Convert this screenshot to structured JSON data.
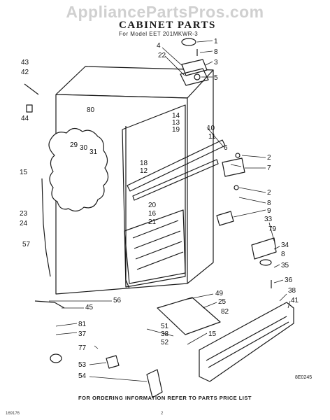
{
  "watermark": "AppliancePartsPros.com",
  "title": "CABINET PARTS",
  "subtitle": "For Model EET 201MKWR-3",
  "footer": "FOR ORDERING INFORMATION REFER TO PARTS PRICE LIST",
  "diagram_code": "8E0245",
  "corner_left": "169176",
  "corner_mid": "2",
  "callouts": [
    {
      "id": "1",
      "name": "callout-1"
    },
    {
      "id": "8",
      "name": "callout-8-top"
    },
    {
      "id": "3",
      "name": "callout-3"
    },
    {
      "id": "5",
      "name": "callout-5"
    },
    {
      "id": "4",
      "name": "callout-4"
    },
    {
      "id": "22",
      "name": "callout-22"
    },
    {
      "id": "43",
      "name": "callout-43"
    },
    {
      "id": "42",
      "name": "callout-42"
    },
    {
      "id": "44",
      "name": "callout-44"
    },
    {
      "id": "80",
      "name": "callout-80"
    },
    {
      "id": "14",
      "name": "callout-14"
    },
    {
      "id": "13",
      "name": "callout-13"
    },
    {
      "id": "19",
      "name": "callout-19"
    },
    {
      "id": "10",
      "name": "callout-10"
    },
    {
      "id": "11",
      "name": "callout-11"
    },
    {
      "id": "6",
      "name": "callout-6"
    },
    {
      "id": "2",
      "name": "callout-2-upper"
    },
    {
      "id": "7",
      "name": "callout-7"
    },
    {
      "id": "2",
      "name": "callout-2-lower"
    },
    {
      "id": "8",
      "name": "callout-8-mid"
    },
    {
      "id": "9",
      "name": "callout-9"
    },
    {
      "id": "29",
      "name": "callout-29"
    },
    {
      "id": "30",
      "name": "callout-30"
    },
    {
      "id": "31",
      "name": "callout-31"
    },
    {
      "id": "18",
      "name": "callout-18"
    },
    {
      "id": "12",
      "name": "callout-12"
    },
    {
      "id": "15",
      "name": "callout-15-left"
    },
    {
      "id": "23",
      "name": "callout-23"
    },
    {
      "id": "24",
      "name": "callout-24"
    },
    {
      "id": "20",
      "name": "callout-20"
    },
    {
      "id": "16",
      "name": "callout-16"
    },
    {
      "id": "21",
      "name": "callout-21"
    },
    {
      "id": "33",
      "name": "callout-33"
    },
    {
      "id": "79",
      "name": "callout-79"
    },
    {
      "id": "34",
      "name": "callout-34"
    },
    {
      "id": "8",
      "name": "callout-8-right"
    },
    {
      "id": "35",
      "name": "callout-35"
    },
    {
      "id": "57",
      "name": "callout-57"
    },
    {
      "id": "36",
      "name": "callout-36"
    },
    {
      "id": "38",
      "name": "callout-38-right"
    },
    {
      "id": "41",
      "name": "callout-41"
    },
    {
      "id": "49",
      "name": "callout-49"
    },
    {
      "id": "25",
      "name": "callout-25"
    },
    {
      "id": "82",
      "name": "callout-82"
    },
    {
      "id": "56",
      "name": "callout-56"
    },
    {
      "id": "45",
      "name": "callout-45"
    },
    {
      "id": "81",
      "name": "callout-81"
    },
    {
      "id": "37",
      "name": "callout-37"
    },
    {
      "id": "77",
      "name": "callout-77"
    },
    {
      "id": "53",
      "name": "callout-53"
    },
    {
      "id": "54",
      "name": "callout-54"
    },
    {
      "id": "51",
      "name": "callout-51"
    },
    {
      "id": "38",
      "name": "callout-38-center"
    },
    {
      "id": "52",
      "name": "callout-52"
    },
    {
      "id": "15",
      "name": "callout-15-center"
    }
  ]
}
